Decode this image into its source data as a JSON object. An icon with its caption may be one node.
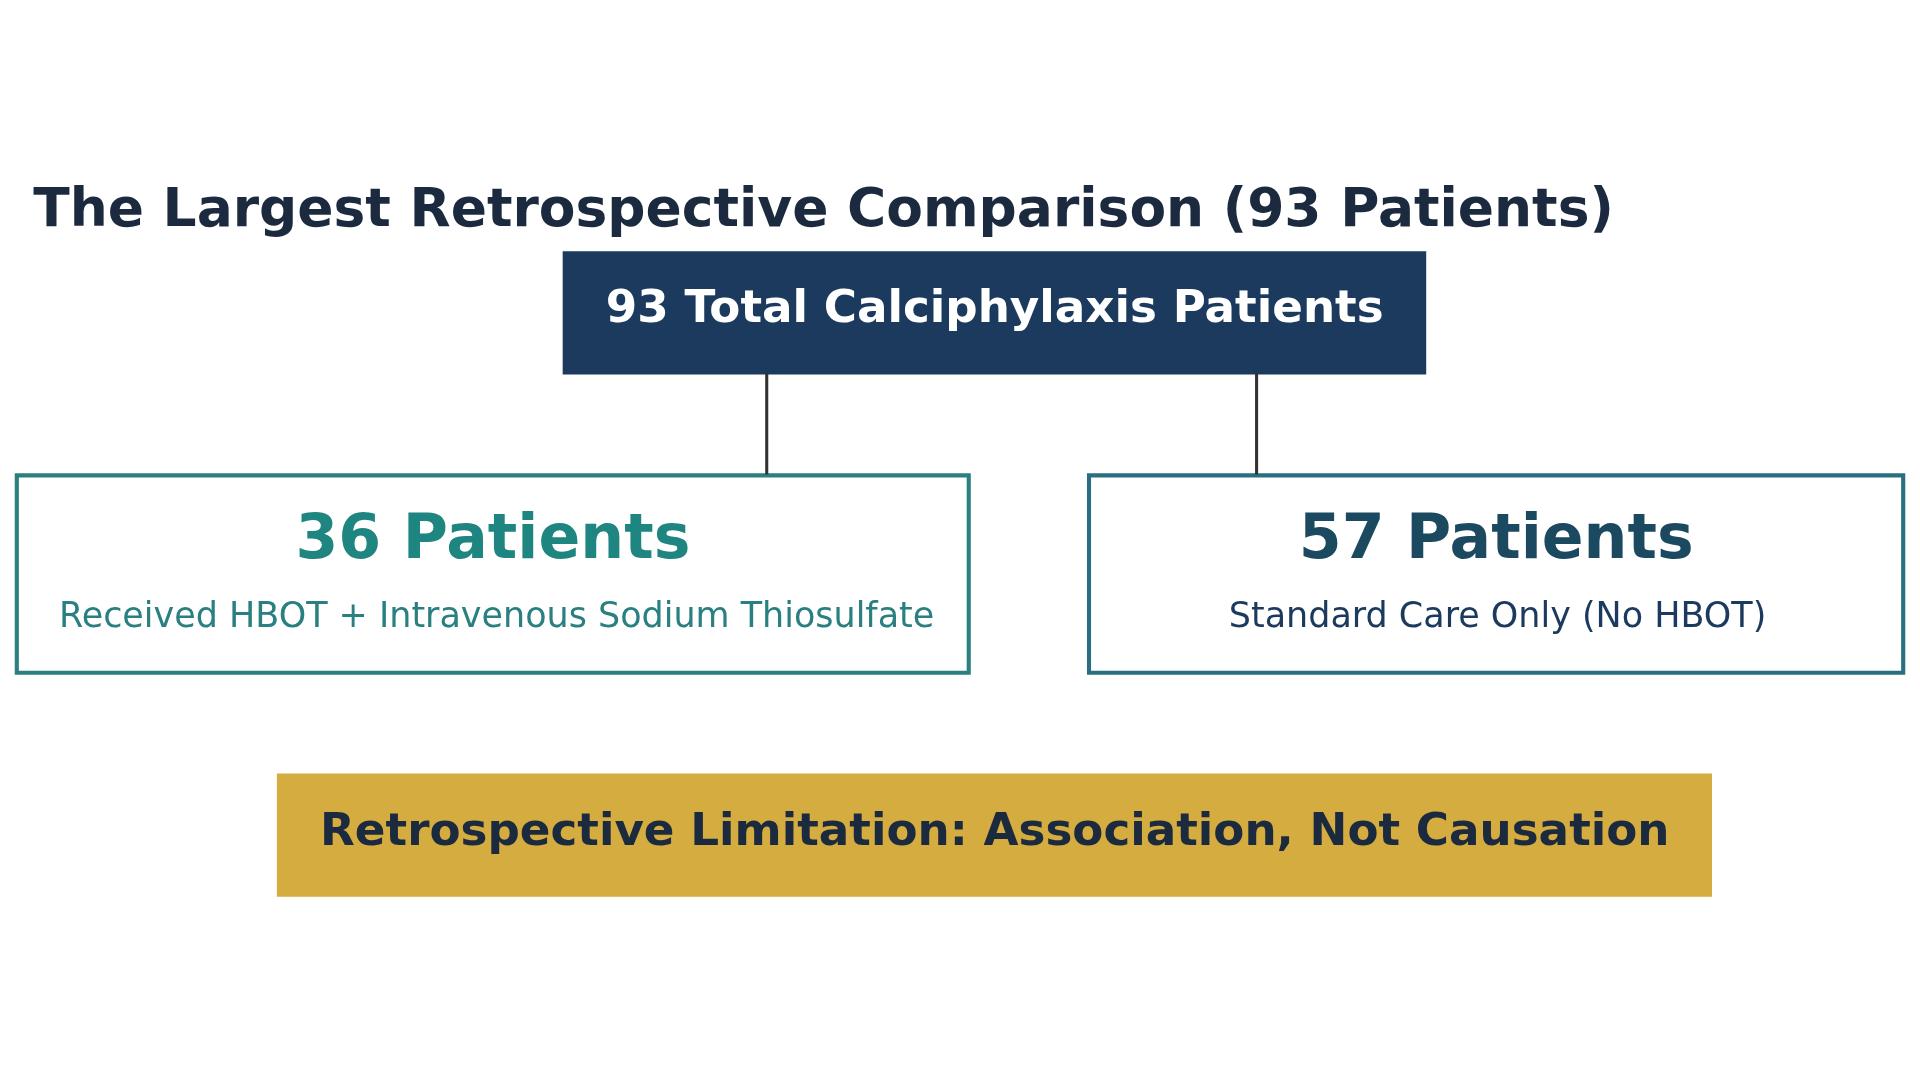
{
  "diagram": {
    "title": "The Largest Retrospective Comparison (93 Patients)",
    "nodes": [
      {
        "text": [
          "93 Total Calciphylaxis Patients"
        ]
      },
      {
        "text": [
          "36 Patients",
          "Received HBOT + Intravenous Sodium Thiosulfate"
        ]
      },
      {
        "text": [
          "57 Patients",
          "Standard Care Only (No HBOT)"
        ]
      },
      {
        "text": [
          "Retrospective Limitation: Association, Not Causation"
        ]
      }
    ],
    "edges": [
      {
        "from": 0,
        "to": 1,
        "arrow": "none"
      },
      {
        "from": 0,
        "to": 2,
        "arrow": "none"
      }
    ]
  }
}
